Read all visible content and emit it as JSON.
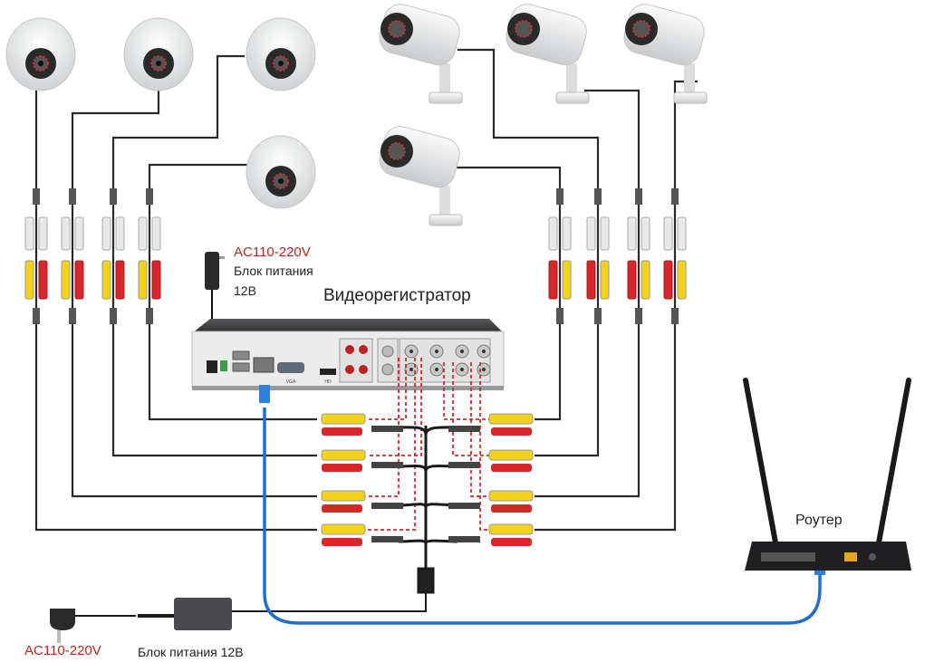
{
  "labels": {
    "dvr_psu_voltage": "AC110-220V",
    "dvr_psu_line1": "Блок питания",
    "dvr_psu_line2": "12В",
    "dvr_title": "Видеорегистратор",
    "router_title": "Роутер",
    "main_psu_voltage": "AC110-220V",
    "main_psu_label": "Блок питания 12В"
  },
  "dvr_ports": [
    "VGA",
    "HD"
  ],
  "colors": {
    "voltage_text": "#b5261e",
    "network_cable": "#1e6fd0",
    "video_connector": "#f2d21b",
    "power_connector": "#d8262a",
    "signal_dashes": "#d8262a",
    "dvr_body": "#3a3a3c"
  },
  "cameras": {
    "dome_count": 4,
    "bullet_count": 4
  }
}
